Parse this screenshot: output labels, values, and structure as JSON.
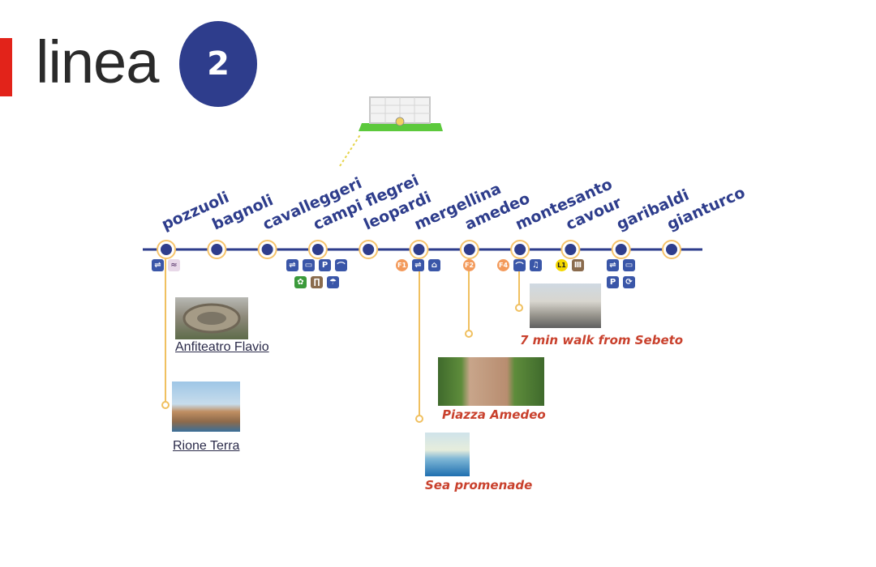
{
  "header": {
    "logo_word": "linea",
    "line_number": "2"
  },
  "stations": [
    {
      "name": "pozzuoli"
    },
    {
      "name": "bagnoli"
    },
    {
      "name": "cavalleggeri"
    },
    {
      "name": "campi flegrei"
    },
    {
      "name": "leopardi"
    },
    {
      "name": "mergellina"
    },
    {
      "name": "amedeo"
    },
    {
      "name": "montesanto"
    },
    {
      "name": "cavour"
    },
    {
      "name": "garibaldi"
    },
    {
      "name": "gianturco"
    }
  ],
  "badges": {
    "mergellina_f1": "F1",
    "amedeo_f2": "F2",
    "montesanto_f4": "F4",
    "cavour_l1": "L1",
    "parking": "P"
  },
  "points_of_interest": {
    "anfiteatro": "Anfiteatro Flavio",
    "rione": "Rione Terra",
    "sebeto": "7 min walk from Sebeto",
    "amedeo": "Piazza Amedeo",
    "sea": "Sea promenade"
  },
  "colors": {
    "line": "#2e3d8c",
    "station_ring": "#f5c36b",
    "connector": "#f0c060",
    "poi_text": "#c9412d"
  }
}
